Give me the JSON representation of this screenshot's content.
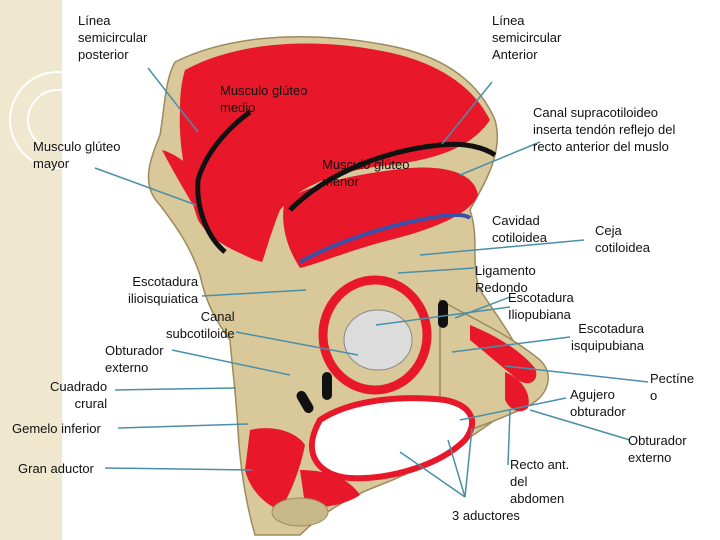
{
  "labels": {
    "linea_posterior": "Línea\nsemicircular\nposterior",
    "linea_anterior": "Línea\nsemicircular\nAnterior",
    "gluteo_medio": "Musculo glúteo\nmedio",
    "canal_supracotiloideo": "Canal supracotiloideo\ninserta tendón reflejo del\nrecto anterior del muslo",
    "gluteo_mayor": "Musculo glúteo\nmayor",
    "gluteo_menor": "Musculo glúteo\nmenor",
    "cavidad_cotiloidea": "Cavidad\ncotiloidea",
    "ceja_cotiloidea": "Ceja\ncotiloidea",
    "ligamento_redondo": "Ligamento\nRedondo",
    "escotadura_ilioisquiatica": "Escotadura\nilioisquiatica",
    "escotadura_iliopubiana": "Escotadura\nIliopubiana",
    "canal_subcotiloide": "Canal\nsubcotiloide",
    "escotadura_isquipubiana": "Escotadura\nisquipubiana",
    "obturador_externo_left": "Obturador\nexterno",
    "pectineo": "Pectíne\no",
    "cuadrado_crural": "Cuadrado\ncrural",
    "agujero_obturador": "Agujero\nobturador",
    "gemelo_inferior": "Gemelo inferior",
    "obturador_externo_right": "Obturador\nexterno",
    "recto_abdomen": "Recto ant.\ndel\nabdomen",
    "gran_aductor": "Gran aductor",
    "tres_aductores": "3 aductores"
  },
  "colors": {
    "bone": "#d9c99a",
    "muscle": "#e8182a",
    "line_black": "#111111",
    "line_blue": "#3a4fa8",
    "pointer": "#4a8fa8",
    "background_strip": "#efe8cf"
  }
}
